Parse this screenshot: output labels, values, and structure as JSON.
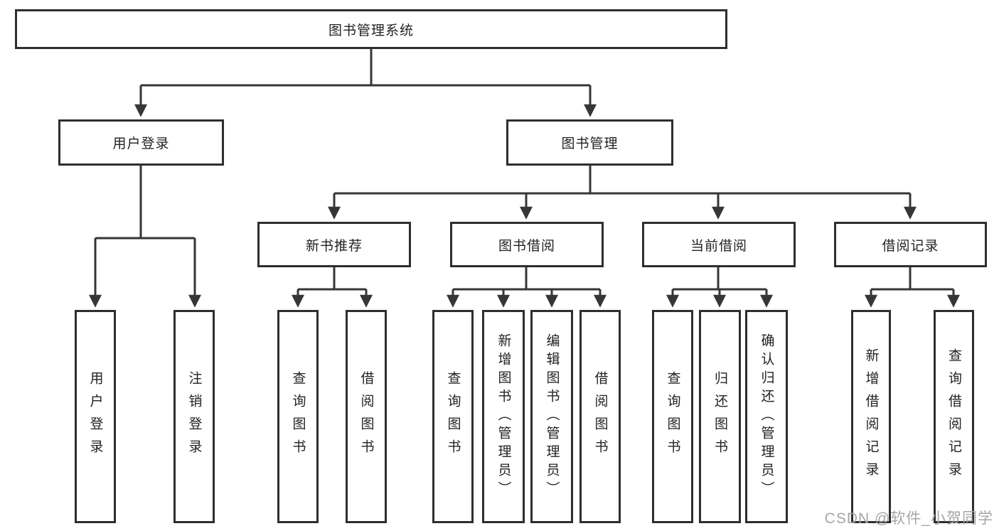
{
  "tree": {
    "label": "图书管理系统",
    "children": [
      {
        "label": "用户登录",
        "children": [
          {
            "label": "用户登录"
          },
          {
            "label": "注销登录"
          }
        ]
      },
      {
        "label": "图书管理",
        "children": [
          {
            "label": "新书推荐",
            "children": [
              {
                "label": "查询图书"
              },
              {
                "label": "借阅图书"
              }
            ]
          },
          {
            "label": "图书借阅",
            "children": [
              {
                "label": "查询图书"
              },
              {
                "label": "新增图书（管理员）"
              },
              {
                "label": "编辑图书（管理员）"
              },
              {
                "label": "借阅图书"
              }
            ]
          },
          {
            "label": "当前借阅",
            "children": [
              {
                "label": "查询图书"
              },
              {
                "label": "归还图书"
              },
              {
                "label": "确认归还（管理员）"
              }
            ]
          },
          {
            "label": "借阅记录",
            "children": [
              {
                "label": "新增借阅记录"
              },
              {
                "label": "查询借阅记录"
              }
            ]
          }
        ]
      }
    ]
  },
  "watermark": "CSDN @软件_小贺同学",
  "colors": {
    "line": "#363636",
    "border": "#2e2e2e",
    "text": "#222226",
    "watermark": "#a6a6a6",
    "bg": "#ffffff"
  }
}
